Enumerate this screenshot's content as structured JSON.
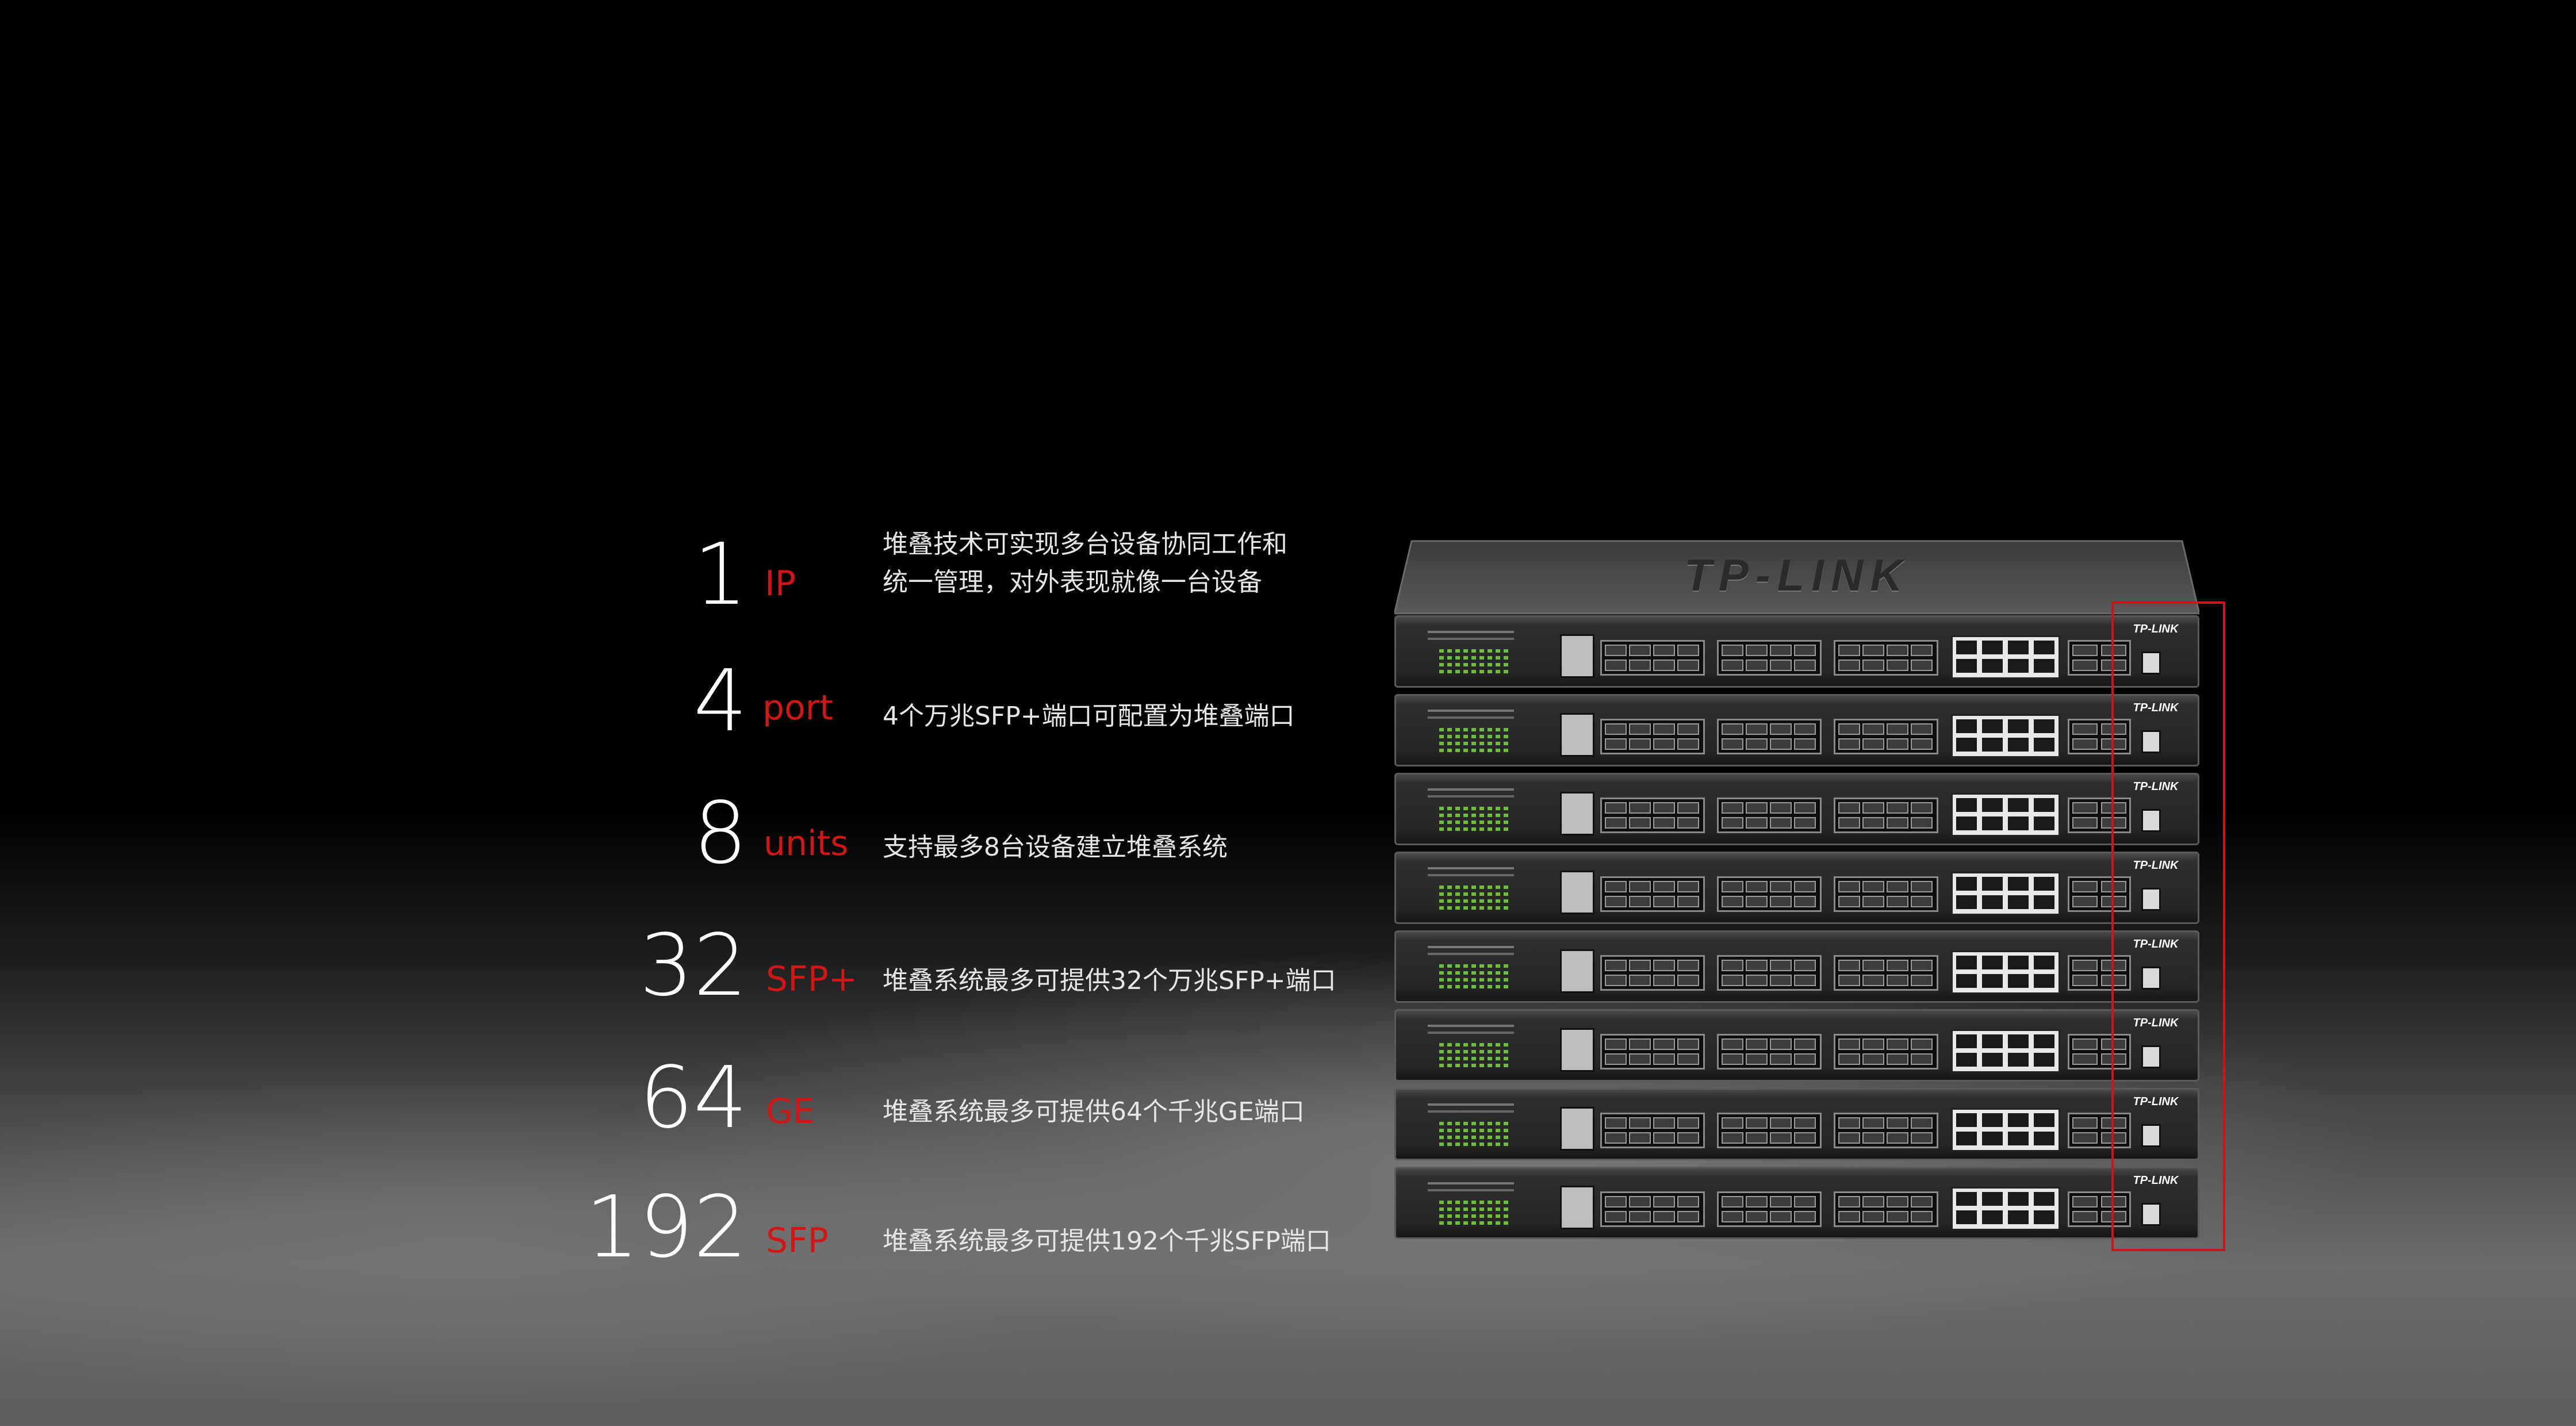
{
  "stats": [
    {
      "number": "1",
      "unit": "IP",
      "description_lines": [
        "堆叠技术可实现多台设备协同工作和",
        "统一管理，对外表现就像一台设备"
      ]
    },
    {
      "number": "4",
      "unit": "port",
      "description_lines": [
        "4个万兆SFP+端口可配置为堆叠端口"
      ]
    },
    {
      "number": "8",
      "unit": "units",
      "description_lines": [
        "支持最多8台设备建立堆叠系统"
      ]
    },
    {
      "number": "32",
      "unit": "SFP+",
      "description_lines": [
        "堆叠系统最多可提供32个万兆SFP+端口"
      ]
    },
    {
      "number": "64",
      "unit": "GE",
      "description_lines": [
        "堆叠系统最多可提供64个千兆GE端口"
      ]
    },
    {
      "number": "192",
      "unit": "SFP",
      "description_lines": [
        "堆叠系统最多可提供192个千兆SFP端口"
      ]
    }
  ],
  "switch_stack": {
    "unit_count": 8,
    "brand_logo_text": "TP-LINK",
    "top_logo_text": "TP-LINK",
    "chassis_color": "#2b2b2b",
    "highlight_color": "#c61818"
  },
  "colors": {
    "unit_label": "#d11616",
    "number_text": "#ffffff",
    "description_text": "#e6e6e6"
  }
}
